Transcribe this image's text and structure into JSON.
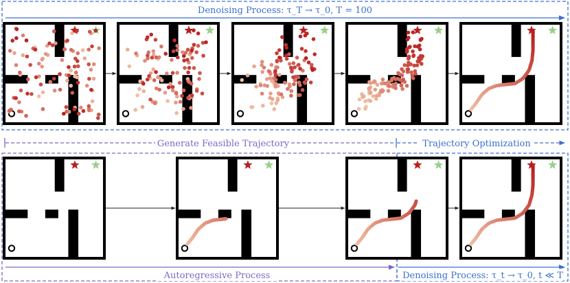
{
  "labels": {
    "top_title": "Denoising Process: τ_T → τ_0, T = 100",
    "generate": "Generate Feasible Trajectory",
    "optimize": "Trajectory Optimization",
    "autoregressive": "Autoregressive Process",
    "bottom_denoise": "Denoising Process: τ_t → τ_0, t ≪ T"
  },
  "colors": {
    "blue": "#3a6fd0",
    "purple": "#7a68c8",
    "star_goal": "#b81f1f",
    "star_alt": "#9ccf8c",
    "wall": "#000000",
    "traj_start": "#f2c1a6",
    "traj_end": "#b81f1f"
  },
  "icons": {
    "start": "start-circle-icon",
    "goal": "goal-star-icon",
    "alt_goal": "alt-goal-star-icon"
  },
  "top_panels": [
    {
      "stage": "noise",
      "spread": 1.0
    },
    {
      "stage": "partial",
      "spread": 0.7
    },
    {
      "stage": "concentrating",
      "spread": 0.45
    },
    {
      "stage": "near",
      "spread": 0.18
    },
    {
      "stage": "clean",
      "spread": 0.0
    }
  ],
  "bottom_panels": [
    {
      "progress": 0.0
    },
    {
      "progress": 0.45
    },
    {
      "progress": 0.7
    },
    {
      "progress": 1.0
    }
  ]
}
